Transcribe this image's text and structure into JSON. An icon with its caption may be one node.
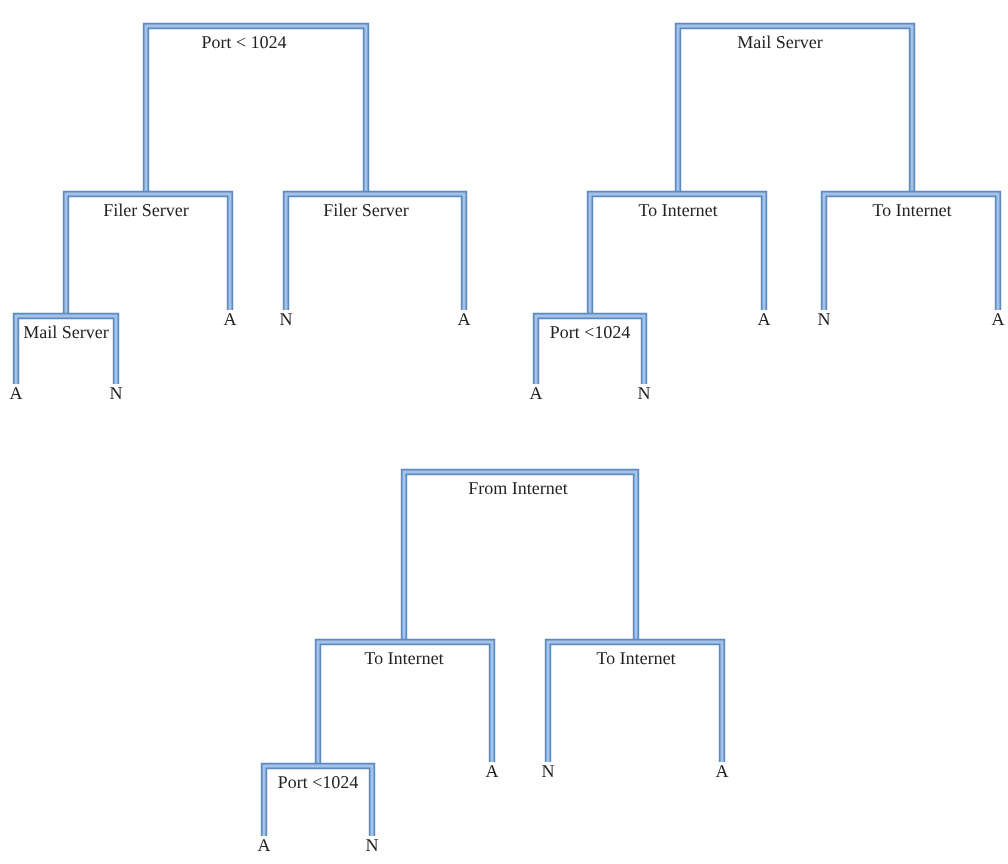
{
  "diagram": {
    "nodes": [
      {
        "text": [
          "Port < 1024"
        ]
      },
      {
        "text": [
          "Filer Server"
        ]
      },
      {
        "text": [
          "Filer Server"
        ]
      },
      {
        "text": [
          "Mail Server"
        ]
      },
      {
        "text": [
          "A"
        ]
      },
      {
        "text": [
          "N"
        ]
      },
      {
        "text": [
          "A"
        ]
      },
      {
        "text": [
          "A"
        ]
      },
      {
        "text": [
          "N"
        ]
      },
      {
        "text": [
          "Mail Server"
        ]
      },
      {
        "text": [
          "To Internet"
        ]
      },
      {
        "text": [
          "To Internet"
        ]
      },
      {
        "text": [
          "Port <1024"
        ]
      },
      {
        "text": [
          "A"
        ]
      },
      {
        "text": [
          "N"
        ]
      },
      {
        "text": [
          "A"
        ]
      },
      {
        "text": [
          "A"
        ]
      },
      {
        "text": [
          "N"
        ]
      },
      {
        "text": [
          "From Internet"
        ]
      },
      {
        "text": [
          "To Internet"
        ]
      },
      {
        "text": [
          "To Internet"
        ]
      },
      {
        "text": [
          "Port <1024"
        ]
      },
      {
        "text": [
          "A"
        ]
      },
      {
        "text": [
          "N"
        ]
      },
      {
        "text": [
          "A"
        ]
      },
      {
        "text": [
          "A"
        ]
      },
      {
        "text": [
          "N"
        ]
      }
    ],
    "edges": [
      {
        "from": 0,
        "to": 1,
        "arrow": "none"
      },
      {
        "from": 0,
        "to": 2,
        "arrow": "none"
      },
      {
        "from": 1,
        "to": 3,
        "arrow": "none"
      },
      {
        "from": 1,
        "to": 4,
        "arrow": "none"
      },
      {
        "from": 2,
        "to": 5,
        "arrow": "none"
      },
      {
        "from": 2,
        "to": 6,
        "arrow": "none"
      },
      {
        "from": 3,
        "to": 7,
        "arrow": "none"
      },
      {
        "from": 3,
        "to": 8,
        "arrow": "none"
      },
      {
        "from": 9,
        "to": 10,
        "arrow": "none"
      },
      {
        "from": 9,
        "to": 11,
        "arrow": "none"
      },
      {
        "from": 10,
        "to": 12,
        "arrow": "none"
      },
      {
        "from": 10,
        "to": 13,
        "arrow": "none"
      },
      {
        "from": 11,
        "to": 14,
        "arrow": "none"
      },
      {
        "from": 11,
        "to": 15,
        "arrow": "none"
      },
      {
        "from": 12,
        "to": 16,
        "arrow": "none"
      },
      {
        "from": 12,
        "to": 17,
        "arrow": "none"
      },
      {
        "from": 18,
        "to": 19,
        "arrow": "none"
      },
      {
        "from": 18,
        "to": 20,
        "arrow": "none"
      },
      {
        "from": 19,
        "to": 21,
        "arrow": "none"
      },
      {
        "from": 19,
        "to": 22,
        "arrow": "none"
      },
      {
        "from": 20,
        "to": 23,
        "arrow": "none"
      },
      {
        "from": 20,
        "to": 24,
        "arrow": "none"
      },
      {
        "from": 21,
        "to": 25,
        "arrow": "none"
      },
      {
        "from": 21,
        "to": 26,
        "arrow": "none"
      }
    ]
  }
}
